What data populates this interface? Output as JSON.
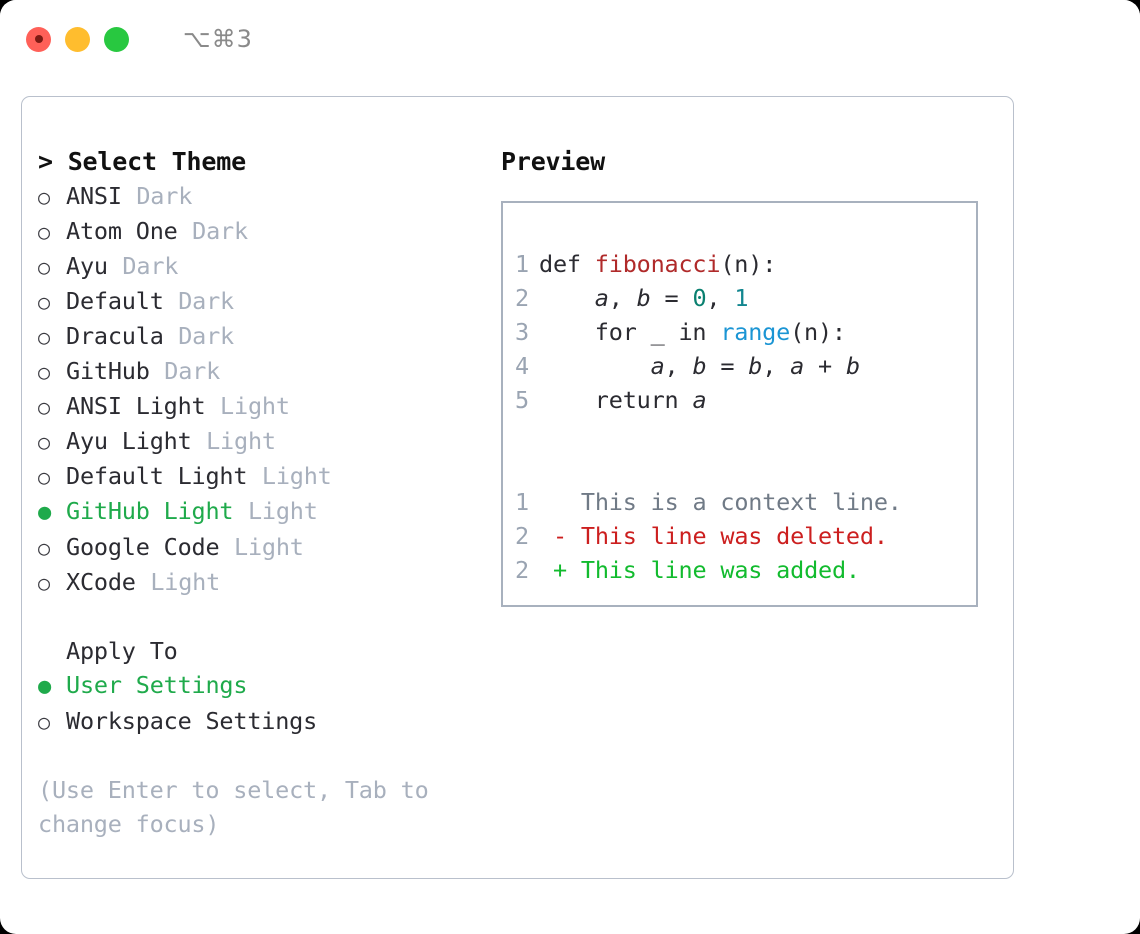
{
  "window": {
    "shortcut": "⌥⌘3",
    "traffic_lights": [
      {
        "name": "close",
        "color": "#ff6058"
      },
      {
        "name": "minimize",
        "color": "#ffbd2e"
      },
      {
        "name": "maximize",
        "color": "#28c840"
      }
    ]
  },
  "theme_list": {
    "header": "> Select Theme",
    "items": [
      {
        "marker": "○",
        "name": "ANSI",
        "suffix": "Dark",
        "selected": false
      },
      {
        "marker": "○",
        "name": "Atom One",
        "suffix": "Dark",
        "selected": false
      },
      {
        "marker": "○",
        "name": "Ayu",
        "suffix": "Dark",
        "selected": false
      },
      {
        "marker": "○",
        "name": "Default",
        "suffix": "Dark",
        "selected": false
      },
      {
        "marker": "○",
        "name": "Dracula",
        "suffix": "Dark",
        "selected": false
      },
      {
        "marker": "○",
        "name": "GitHub",
        "suffix": "Dark",
        "selected": false
      },
      {
        "marker": "○",
        "name": "ANSI Light",
        "suffix": "Light",
        "selected": false
      },
      {
        "marker": "○",
        "name": "Ayu Light",
        "suffix": "Light",
        "selected": false
      },
      {
        "marker": "○",
        "name": "Default Light",
        "suffix": "Light",
        "selected": false
      },
      {
        "marker": "●",
        "name": "GitHub Light",
        "suffix": "Light",
        "selected": true
      },
      {
        "marker": "○",
        "name": "Google Code",
        "suffix": "Light",
        "selected": false
      },
      {
        "marker": "○",
        "name": "XCode",
        "suffix": "Light",
        "selected": false
      }
    ]
  },
  "apply_to": {
    "header": "Apply To",
    "items": [
      {
        "marker": "●",
        "name": "User Settings",
        "selected": true
      },
      {
        "marker": "○",
        "name": "Workspace Settings",
        "selected": false
      }
    ]
  },
  "hint": "(Use Enter to select, Tab to change focus)",
  "preview": {
    "title": "Preview",
    "code_lines": [
      {
        "no": "1",
        "tokens": [
          {
            "t": "def ",
            "k": "plain"
          },
          {
            "t": "fibonacci",
            "k": "fn"
          },
          {
            "t": "(n):",
            "k": "plain"
          }
        ]
      },
      {
        "no": "2",
        "tokens": [
          {
            "t": "    ",
            "k": "plain"
          },
          {
            "t": "a",
            "k": "var"
          },
          {
            "t": ", ",
            "k": "plain"
          },
          {
            "t": "b",
            "k": "var"
          },
          {
            "t": " = ",
            "k": "plain"
          },
          {
            "t": "0",
            "k": "num"
          },
          {
            "t": ", ",
            "k": "plain"
          },
          {
            "t": "1",
            "k": "num2"
          }
        ]
      },
      {
        "no": "3",
        "tokens": [
          {
            "t": "    for _ in ",
            "k": "plain"
          },
          {
            "t": "range",
            "k": "call"
          },
          {
            "t": "(n):",
            "k": "plain"
          }
        ]
      },
      {
        "no": "4",
        "tokens": [
          {
            "t": "        ",
            "k": "plain"
          },
          {
            "t": "a",
            "k": "var"
          },
          {
            "t": ", ",
            "k": "plain"
          },
          {
            "t": "b",
            "k": "var"
          },
          {
            "t": " = ",
            "k": "plain"
          },
          {
            "t": "b",
            "k": "var"
          },
          {
            "t": ", ",
            "k": "plain"
          },
          {
            "t": "a",
            "k": "var"
          },
          {
            "t": " + ",
            "k": "plain"
          },
          {
            "t": "b",
            "k": "var"
          }
        ]
      },
      {
        "no": "5",
        "tokens": [
          {
            "t": "    return ",
            "k": "plain"
          },
          {
            "t": "a",
            "k": "var"
          }
        ]
      }
    ],
    "diff_lines": [
      {
        "no": "1",
        "sign": " ",
        "text": " This is a context line.",
        "kind": "context"
      },
      {
        "no": "2",
        "sign": "-",
        "text": " This line was deleted.",
        "kind": "deleted"
      },
      {
        "no": "2",
        "sign": "+",
        "text": " This line was added.",
        "kind": "added"
      }
    ]
  },
  "colors": {
    "selected_green": "#1faa4b",
    "suffix_gray": "#a8b0bd",
    "line_number": "#9aa4b2",
    "border": "#b9c0cc",
    "function_red": "#b02a2a",
    "number_teal": "#0a8070",
    "call_blue": "#1b95d4",
    "diff_delete": "#cc1f1f",
    "diff_add": "#12bb2e"
  }
}
